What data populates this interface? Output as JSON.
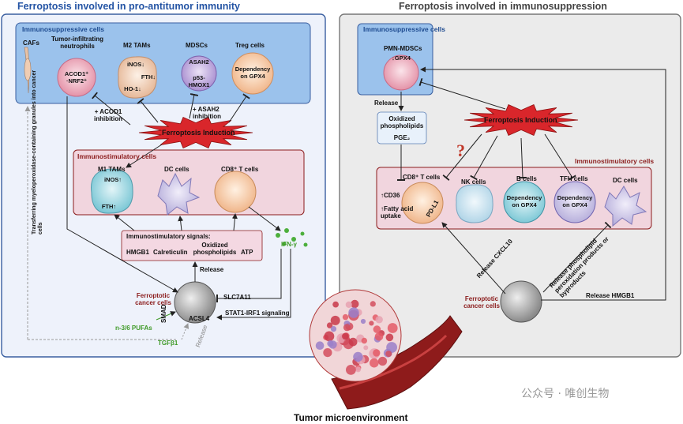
{
  "left_panel": {
    "title": "Ferroptosis involved in pro-antitumor immunity",
    "immunosuppressive_header": "Immunosuppressive cells",
    "cells": {
      "cafs": "CAFs",
      "tins": "Tumor-infiltrating neutrophils",
      "tins_inner": "ACOD1⁺ ·NRF2⁺",
      "m2": "M2 TAMs",
      "m2_inner_1": "iNOS↓",
      "m2_inner_2": "FTH↓",
      "m2_inner_3": "HO-1↓",
      "mdscs": "MDSCs",
      "mdscs_inner_1": "ASAH2",
      "mdscs_inner_2": "p53-",
      "mdscs_inner_3": "HMOX1",
      "treg": "Treg cells",
      "treg_inner": "Dependency on GPX4"
    },
    "acod1_inhibition": "+ ACOD1 inhibition",
    "asah2_inhibition": "+ ASAH2 inhibition",
    "ferroptosis_induction": "Ferroptosis Induction",
    "transfer_text": "Transferring myeloperoxidase-containing granules into cancer cells",
    "immunostimulatory_header": "Immunostimulatory cells",
    "m1": "M1 TAMs",
    "m1_inner_1": "iNOS↑",
    "m1_inner_2": "FTH↑",
    "dc": "DC cells",
    "cd8": "CD8⁺ T cells",
    "signals_title": "Immunostimulatory signals:",
    "signals": [
      "HMGB1",
      "Calreticulin",
      "Oxidized phospholipids",
      "ATP"
    ],
    "ifn": "IFN-γ",
    "release": "Release",
    "slc7a11": "SLC7A11",
    "stat1": "STAT1-IRF1 signaling",
    "ferroptotic_cancer_cells": "Ferroptotic cancer cells",
    "acsl4": "ACSL4",
    "pufas": "n-3/6 PUFAs",
    "smad": "SMAD",
    "tgfb1": "TGFβ1",
    "release_rot": "Release"
  },
  "right_panel": {
    "title": "Ferroptosis involved in immunosuppression",
    "immunosuppressive_header": "Immunosuppressive cells",
    "pmn": "PMN-MDSCs",
    "pmn_inner": "↓GPX4",
    "release": "Release",
    "oxidized_box_line1": "Oxidized",
    "oxidized_box_line2": "phospholipids",
    "pge2": "PGE₂",
    "ferroptosis_induction": "Ferroptosis Induction",
    "question_mark": "?",
    "immunostimulatory_header": "Immunostimulatory cells",
    "cd8": "CD8⁺ T cells",
    "cd36": "↑CD36",
    "fatty": "↑Fatty acid uptake",
    "pdl1": "PD-L1",
    "nk": "NK cells",
    "b": "B cells",
    "b_inner": "Dependency on GPX4",
    "tfh": "TFH cells",
    "tfh_inner": "Dependency on GPX4",
    "dc": "DC cells",
    "release_cxcl10": "Release CXCL10",
    "release_phospho": "Release phospholipid peroxidation products or byproducts",
    "ferroptotic_cancer_cells": "Ferroptotic cancer cells",
    "release_hmgb1": "Release HMGB1"
  },
  "tumor_label": "Tumor microenvironment",
  "watermark": "公众号 · 唯创生物",
  "colors": {
    "left_bg": "#eef2fb",
    "left_border": "#3a5fa0",
    "right_bg": "#ebebeb",
    "right_border": "#777777",
    "immunosupp_box": "#9bc2ec",
    "immunostim_box": "#f1d5de",
    "ferroptosis_star": "#d9262b",
    "title_blue": "#2454a4",
    "title_gray": "#444444",
    "dark_red": "#8b1c1c",
    "green": "#3f9a28"
  }
}
